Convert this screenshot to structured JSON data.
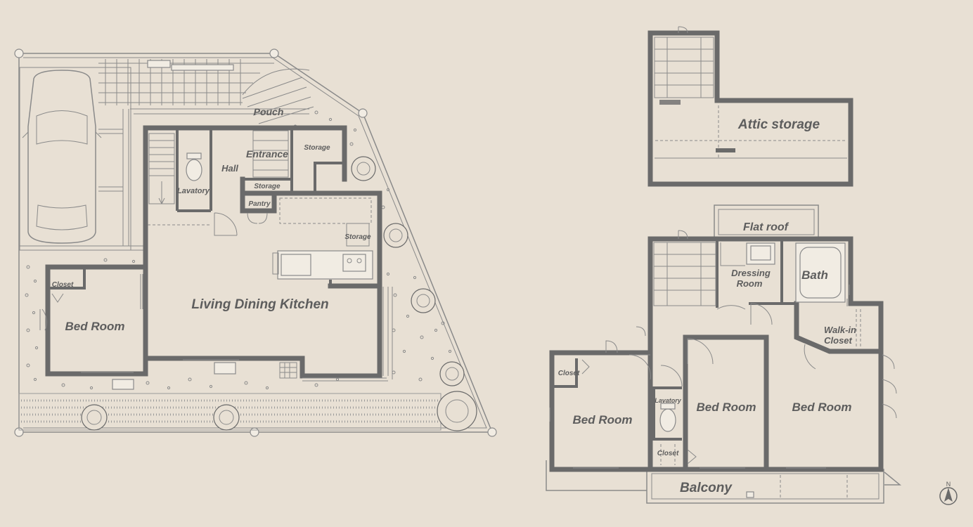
{
  "ground_floor": {
    "pouch": "Pouch",
    "entrance": "Entrance",
    "hall": "Hall",
    "storage_entry": "Storage",
    "storage_hall": "Storage",
    "lavatory": "Lavatory",
    "pantry": "Pantry",
    "storage_kitchen": "Storage",
    "closet": "Closet",
    "bed_room": "Bed Room",
    "living_dining_kitchen": "Living Dining Kitchen"
  },
  "attic": {
    "attic_storage": "Attic storage"
  },
  "upper_floor": {
    "flat_roof": "Flat roof",
    "dressing_room_line1": "Dressing",
    "dressing_room_line2": "Room",
    "bath": "Bath",
    "walk_in_closet_line1": "Walk-in",
    "walk_in_closet_line2": "Closet",
    "closet_west": "Closet",
    "bed_room_west": "Bed Room",
    "lavatory": "Lavatory",
    "closet_south": "Closet",
    "bed_room_center": "Bed Room",
    "bed_room_east": "Bed Room",
    "balcony": "Balcony"
  },
  "compass": {
    "north": "N"
  },
  "colors": {
    "background": "#e8e0d4",
    "wall": "#6a6a6a",
    "text": "#5d5d5d"
  }
}
